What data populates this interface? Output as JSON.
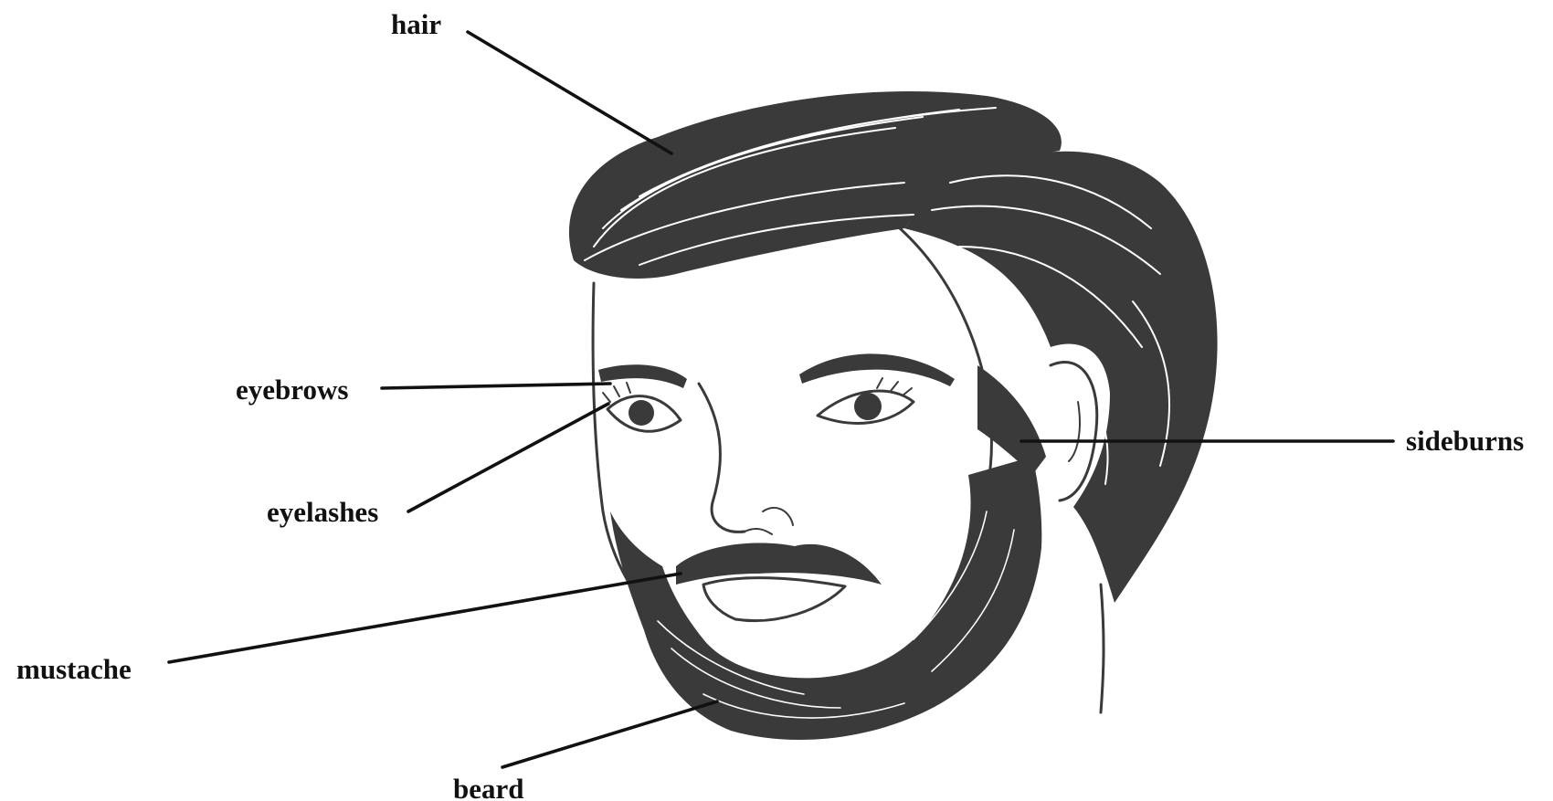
{
  "labels": {
    "hair": "hair",
    "eyebrows": "eyebrows",
    "eyelashes": "eyelashes",
    "mustache": "mustache",
    "beard": "beard",
    "sideburns": "sideburns"
  },
  "colors": {
    "ink": "#3a3a3a",
    "label": "#111111",
    "background": "#ffffff"
  }
}
